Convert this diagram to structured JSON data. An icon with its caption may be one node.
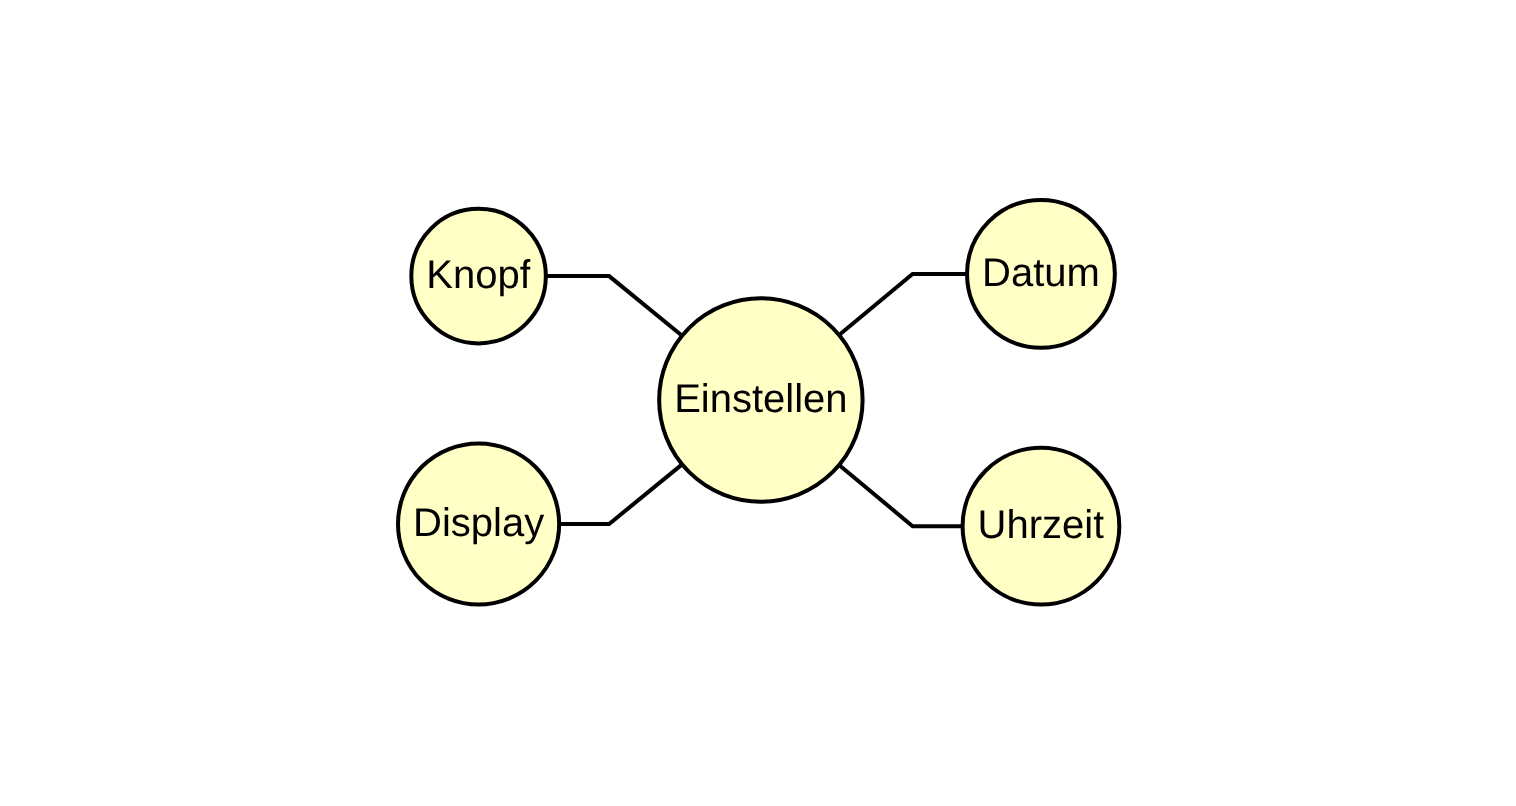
{
  "diagram": {
    "nodes": [
      {
        "text": [
          "Knopf"
        ]
      },
      {
        "text": [
          "Einstellen"
        ]
      },
      {
        "text": [
          "Datum"
        ]
      },
      {
        "text": [
          "Display"
        ]
      },
      {
        "text": [
          "Uhrzeit"
        ]
      }
    ],
    "edges": [
      {
        "from": 0,
        "to": 1,
        "arrow": "none"
      },
      {
        "from": 1,
        "to": 2,
        "arrow": "none"
      },
      {
        "from": 3,
        "to": 1,
        "arrow": "none"
      },
      {
        "from": 1,
        "to": 4,
        "arrow": "none"
      }
    ]
  }
}
